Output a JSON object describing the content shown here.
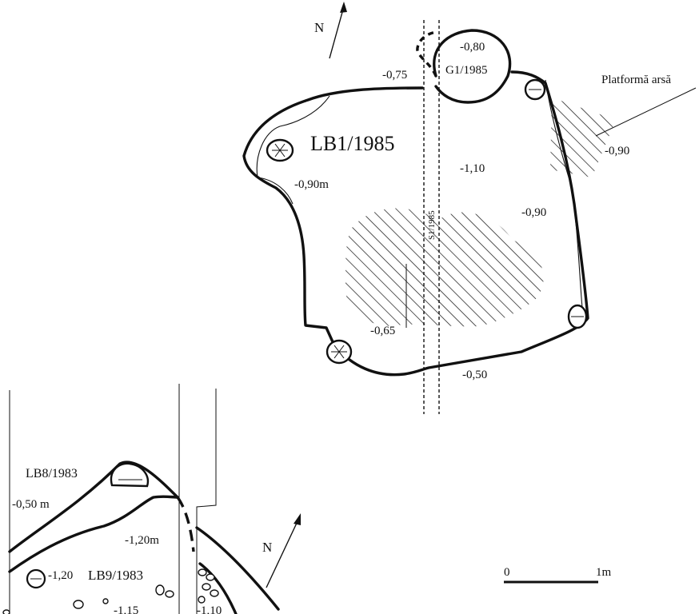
{
  "top": {
    "north": "N",
    "depth_g1": "-0,80",
    "depth_075": "-0,75",
    "pit_label": "G1/1985",
    "platform_label": "Platformă arsă",
    "dwelling_label": "LB1/1985",
    "depth_090_right": "-0,90",
    "depth_110": "-1,10",
    "depth_090m": "-0,90m",
    "section_label": "S1/1985",
    "depth_090_mid": "-0,90",
    "depth_065": "-0,65",
    "depth_050": "-0,50"
  },
  "bottom": {
    "lb8_label": "LB8/1983",
    "depth_050m": "-0,50 m",
    "depth_120m": "-1,20m",
    "depth_120": "-1,20",
    "lb9_label": "LB9/1983",
    "depth_115": "-1,15",
    "depth_110": "-1,10",
    "north": "N"
  },
  "scale": {
    "start": "0",
    "end": "1m"
  }
}
